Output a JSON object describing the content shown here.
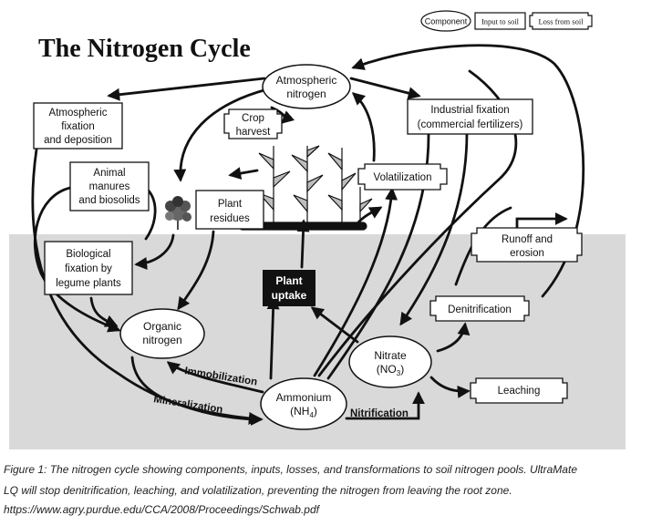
{
  "title": "The Nitrogen Cycle",
  "legend": {
    "component": "Component",
    "input": "Input to soil",
    "loss": "Loss from soil"
  },
  "components": {
    "atmospheric_nitrogen": [
      "Atmospheric",
      "nitrogen"
    ],
    "organic_nitrogen": [
      "Organic",
      "nitrogen"
    ],
    "ammonium": [
      "Ammonium",
      "(NH",
      "4",
      ")"
    ],
    "nitrate": [
      "Nitrate",
      "(NO",
      "3",
      ")"
    ]
  },
  "inputs": {
    "atmospheric_fixation": [
      "Atmospheric",
      "fixation",
      "and deposition"
    ],
    "industrial_fixation": [
      "Industrial fixation",
      "(commercial fertilizers)"
    ],
    "animal_manures": [
      "Animal",
      "manures",
      "and biosolids"
    ],
    "plant_residues": [
      "Plant",
      "residues"
    ],
    "biological_fixation": [
      "Biological",
      "fixation by",
      "legume plants"
    ]
  },
  "losses": {
    "crop_harvest": [
      "Crop",
      "harvest"
    ],
    "volatilization": "Volatilization",
    "runoff": [
      "Runoff and",
      "erosion"
    ],
    "denitrification": "Denitrification",
    "leaching": "Leaching"
  },
  "plant_uptake": [
    "Plant",
    "uptake"
  ],
  "processes": {
    "immobilization": "Immobilization",
    "mineralization": "Mineralization",
    "nitrification": "Nitrification"
  },
  "caption": {
    "line1": "Figure 1: The nitrogen cycle showing components, inputs, losses, and transformations to soil nitrogen pools. UltraMate",
    "line2": "LQ will stop denitrification, leaching, and volatilization, preventing the nitrogen from leaving the root zone.",
    "source": "https://www.agry.purdue.edu/CCA/2008/Proceedings/Schwab.pdf"
  },
  "colors": {
    "soil_zone": "#d9d9d9",
    "line": "#111111",
    "plant_uptake_fill": "#111111",
    "plant_fill": "#bdbdbd"
  }
}
